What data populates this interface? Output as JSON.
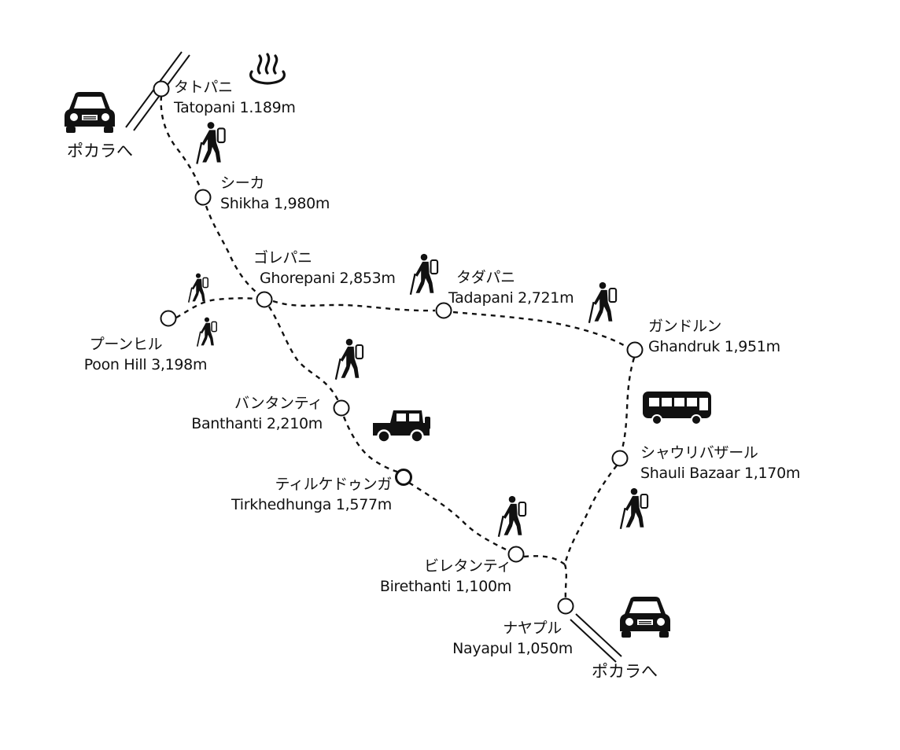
{
  "places": {
    "tatopani": {
      "ja": "タトパニ",
      "en": "Tatopani 1.189m"
    },
    "shikha": {
      "ja": "シーカ",
      "en": "Shikha 1,980m"
    },
    "ghorepani": {
      "ja": "ゴレパニ",
      "en": "Ghorepani 2,853m"
    },
    "tadapani": {
      "ja": "タダパニ",
      "en": "Tadapani 2,721m"
    },
    "ghandruk": {
      "ja": "ガンドルン",
      "en": "Ghandruk 1,951m"
    },
    "poonhill": {
      "ja": "プーンヒル",
      "en": "Poon Hill 3,198m"
    },
    "banthanti": {
      "ja": "バンタンティ",
      "en": "Banthanti 2,210m"
    },
    "tirkhedhunga": {
      "ja": "ティルケドゥンガ",
      "en": "Tirkhedhunga 1,577m"
    },
    "shauli": {
      "ja": "シャウリバザール",
      "en": "Shauli Bazaar 1,170m"
    },
    "birethanti": {
      "ja": "ビレタンティ",
      "en": "Birethanti 1,100m"
    },
    "nayapul": {
      "ja": "ナヤプル",
      "en": "Nayapul 1,050m"
    }
  },
  "destinations": {
    "to_pokhara_top": "ポカラへ",
    "to_pokhara_bottom": "ポカラへ"
  },
  "icons": {
    "car": "car-icon",
    "bus": "bus-icon",
    "jeep": "jeep-icon",
    "hiker": "hiker-icon",
    "hot_spring": "hot-spring-icon"
  },
  "colors": {
    "ink": "#111111",
    "background": "#ffffff"
  }
}
